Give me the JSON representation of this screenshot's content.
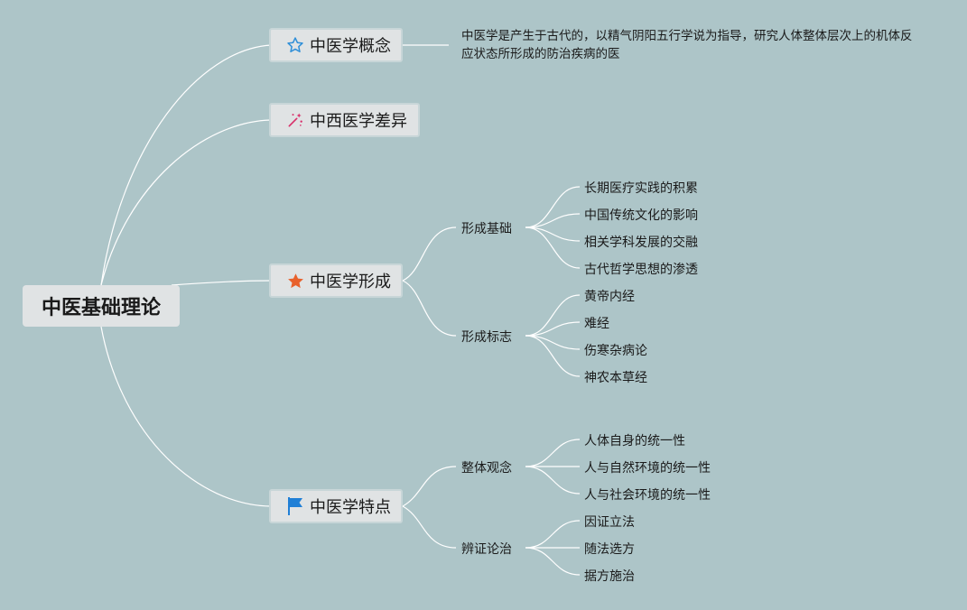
{
  "root": {
    "label": "中医基础理论"
  },
  "topics": {
    "concept": {
      "label": "中医学概念",
      "icon": "star-outline-icon",
      "note": "中医学是产生于古代的，以精气阴阳五行学说为指导，研究人体整体层次上的机体反应状态所形成的防治疾病的医"
    },
    "difference": {
      "label": "中西医学差异",
      "icon": "sparkle-wand-icon"
    },
    "formation": {
      "label": "中医学形成",
      "icon": "star-filled-icon",
      "groups": [
        {
          "label": "形成基础",
          "items": [
            "长期医疗实践的积累",
            "中国传统文化的影响",
            "相关学科发展的交融",
            "古代哲学思想的渗透"
          ]
        },
        {
          "label": "形成标志",
          "items": [
            "黄帝内经",
            "难经",
            "伤寒杂病论",
            "神农本草经"
          ]
        }
      ]
    },
    "features": {
      "label": "中医学特点",
      "icon": "flag-icon",
      "groups": [
        {
          "label": "整体观念",
          "items": [
            "人体自身的统一性",
            "人与自然环境的统一性",
            "人与社会环境的统一性"
          ]
        },
        {
          "label": "辨证论治",
          "items": [
            "因证立法",
            "随法选方",
            "据方施治"
          ]
        }
      ]
    }
  },
  "colors": {
    "background": "#adc5c8",
    "node": "#e0e3e4",
    "line": "#ffffff",
    "star_outline": "#2f8fd8",
    "star_filled": "#e8612c",
    "flag": "#1f7fd6",
    "wand": "#d8306a"
  }
}
